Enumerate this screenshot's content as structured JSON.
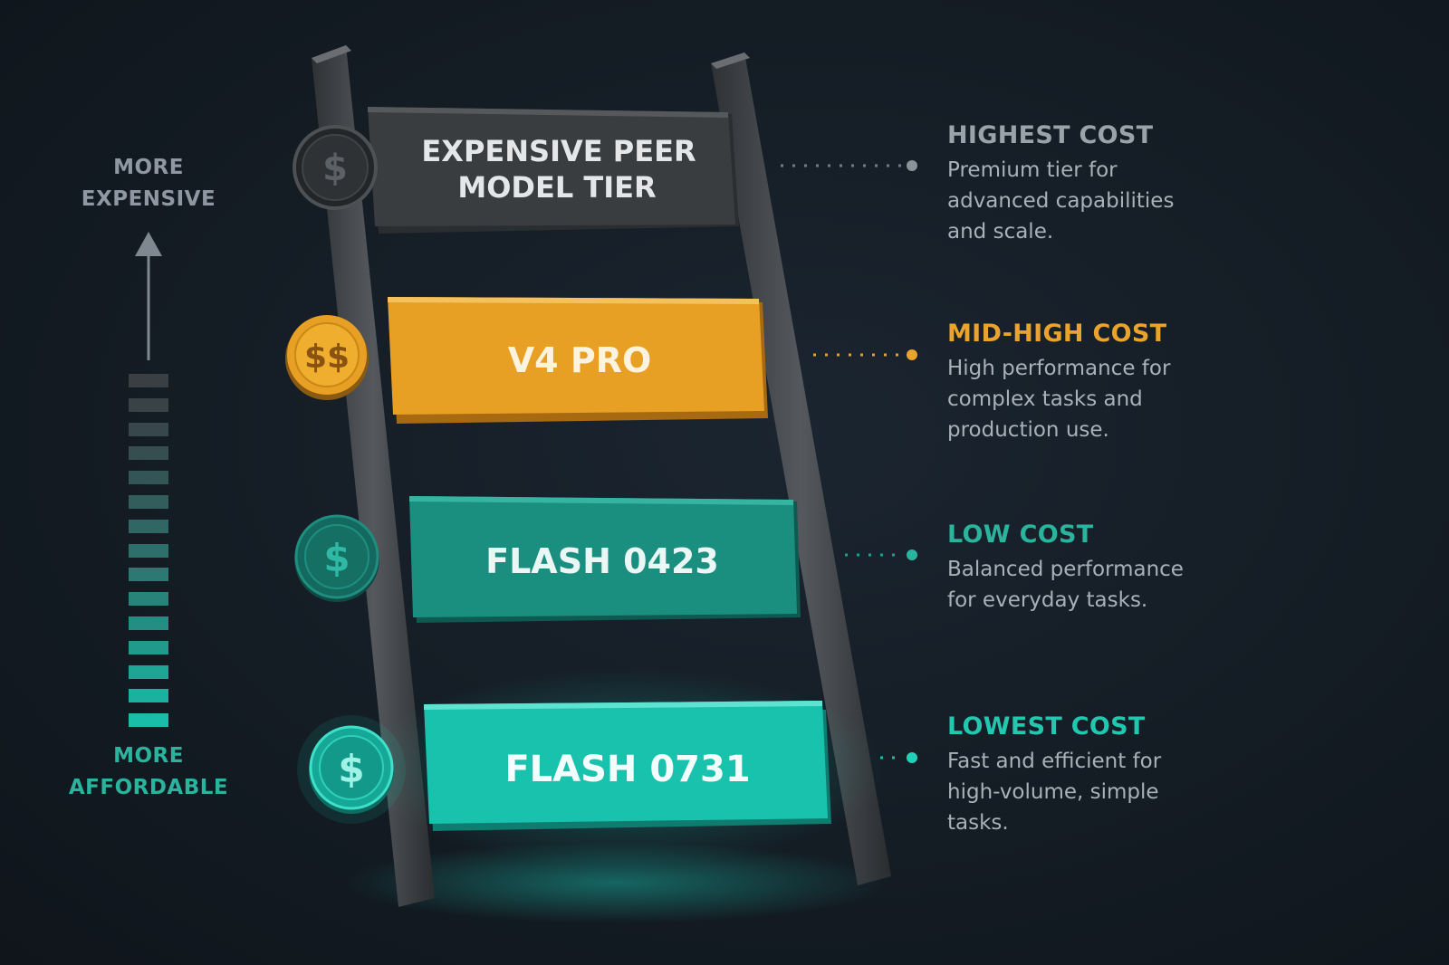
{
  "axis": {
    "top_label": "MORE\nEXPENSIVE",
    "bottom_label": "MORE\nAFFORDABLE"
  },
  "colors": {
    "gray": "#3a3d40",
    "orange": "#e8a024",
    "teal": "#1a8f7f",
    "bright_teal": "#19c2ad",
    "gray_text": "#8f98a2",
    "orange_text": "#eaa32d",
    "teal_text": "#2bb49d"
  },
  "tiers": [
    {
      "rung_label": [
        "EXPENSIVE PEER",
        "MODEL TIER"
      ],
      "coin_symbol": "$",
      "cost_title": "HIGHEST COST",
      "description": "Premium tier for\nadvanced capabilities\nand scale."
    },
    {
      "rung_label": [
        "V4 PRO"
      ],
      "coin_symbol": "$$",
      "cost_title": "MID-HIGH COST",
      "description": "High performance for\ncomplex tasks and\nproduction use."
    },
    {
      "rung_label": [
        "FLASH 0423"
      ],
      "coin_symbol": "$",
      "cost_title": "LOW COST",
      "description": "Balanced performance\nfor everyday tasks."
    },
    {
      "rung_label": [
        "FLASH 0731"
      ],
      "coin_symbol": "$",
      "cost_title": "LOWEST COST",
      "description": "Fast and efficient for\nhigh-volume, simple\ntasks."
    }
  ]
}
